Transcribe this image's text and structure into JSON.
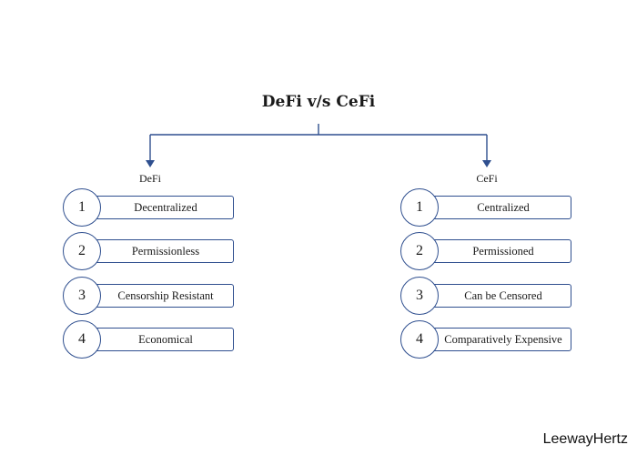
{
  "title": "DeFi v/s CeFi",
  "brand": "LeewayHertz",
  "accent_color": "#2f4f8f",
  "columns": [
    {
      "label": "DeFi",
      "items": [
        {
          "num": "1",
          "text": "Decentralized"
        },
        {
          "num": "2",
          "text": "Permissionless"
        },
        {
          "num": "3",
          "text": "Censorship Resistant"
        },
        {
          "num": "4",
          "text": "Economical"
        }
      ]
    },
    {
      "label": "CeFi",
      "items": [
        {
          "num": "1",
          "text": "Centralized"
        },
        {
          "num": "2",
          "text": "Permissioned"
        },
        {
          "num": "3",
          "text": "Can be Censored"
        },
        {
          "num": "4",
          "text": "Comparatively Expensive"
        }
      ]
    }
  ]
}
